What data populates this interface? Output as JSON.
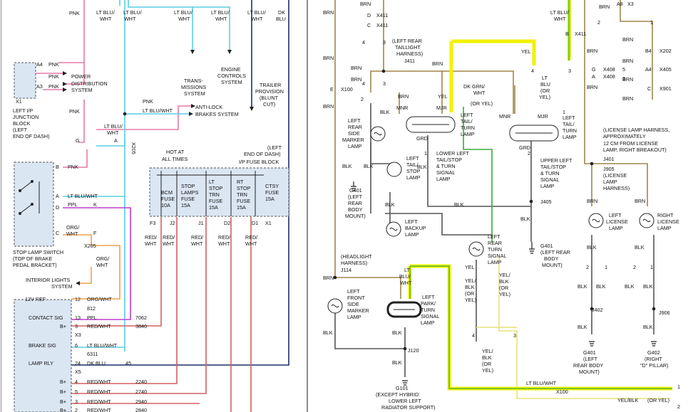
{
  "colors": {
    "pink": "#e87aa8",
    "cyan": "#58cfe4",
    "darkblue": "#1f2f6a",
    "magenta": "#c03bd0",
    "orange": "#f0a24a",
    "red": "#d46060",
    "brown": "#a08648",
    "green": "#3aa83a",
    "yellow": "#f2f200",
    "paleyellow": "#e7e27a",
    "grey": "#8c8c8c",
    "panel": "#dbe6f3"
  },
  "top_labels": {
    "pnk": "PNK",
    "lt_blu_wht_a": "LT BLU/",
    "wht_a": "WHT",
    "lt_blu_wht_b": "LT BLU/",
    "wht_b": "WHT",
    "lt_blu_wht_c": "LT BLU/",
    "wht_c": "WHT",
    "lt_blu_wht_d": "LT BLU/",
    "wht_d": "WHT",
    "lt_blu_wht_e": "LT BLU/",
    "wht_e": "WHT",
    "dk": "DK",
    "blu": "BLU"
  },
  "junction_block": {
    "a4": "A4",
    "a3": "A3",
    "x1": "X1",
    "pnk1": "PNK",
    "pnk2": "PNK",
    "pnk3": "PNK",
    "power": "POWER",
    "distribution": "DISTRIBUTION",
    "system": "SYSTEM",
    "name1": "LEFT I/P",
    "name2": "JUNCTION",
    "name3": "BLOCK",
    "name4": "(LEFT",
    "name5": "END OF DASH)"
  },
  "systems": {
    "trans1": "TRANS-",
    "trans2": "MISSIONS",
    "trans3": "SYSTEM",
    "eng1": "ENGINE",
    "eng2": "CONTROLS",
    "eng3": "SYSTEM",
    "trailer1": "TRAILER",
    "trailer2": "PROVISION",
    "trailer3": "(BLUNT",
    "trailer4": "CUT)",
    "antilock1": "ANTI-LOCK",
    "antilock2": "BRAKES SYSTEM"
  },
  "left_mid": {
    "pnk_a": "PNK",
    "pnk_b": "PNK",
    "ltblu_wht": "LT BLU/WHT",
    "ltblu2": "LT BLU/",
    "wht2": "WHT",
    "g": "G",
    "a": "A",
    "x205": "X205",
    "b": "B",
    "pnk_c": "PNK",
    "a2": "A",
    "ltbluwht2": "LT BLU/WHT",
    "d": "D",
    "ppl": "PPL",
    "k": "K",
    "c": "C",
    "orgwht1": "ORG/",
    "orgwht2": "WHT",
    "f": "F",
    "x205b": "X205",
    "orgwht3": "ORG/",
    "orgwht4": "WHT",
    "sw1": "STOP LAMP SWITCH",
    "sw2": "(TOP OF BRAKE",
    "sw3": "PEDAL BRACKET)",
    "int1": "INTERIOR LIGHTS",
    "int2": "SYSTEM"
  },
  "fuse_block": {
    "hot1": "HOT AT",
    "hot2": "ALL TIMES",
    "left1": "(LEFT",
    "left2": "END OF DASH)",
    "left3": "I/P FUSE BLOCK",
    "f1a": "BCM",
    "f1b": "FUSE",
    "f1c": "10A",
    "f2a": "STOP",
    "f2b": "LAMPS",
    "f2c": "FUSE",
    "f2d": "15A",
    "f3a": "LT",
    "f3b": "STOP",
    "f3c": "TRN",
    "f3d": "FUSE",
    "f3e": "15A",
    "f4a": "RT",
    "f4b": "STOP",
    "f4c": "TRN",
    "f4d": "FUSE",
    "f4e": "15A",
    "f5a": "CTSY",
    "f5b": "FUSE",
    "f5c": "15A",
    "p1": "F3",
    "p2": "J2",
    "p3": "J1",
    "p4": "D2",
    "p5": "D1",
    "p6": "X1",
    "rw1a": "RED/",
    "rw1b": "WHT",
    "rw2a": "RED/",
    "rw2b": "WHT",
    "rw3a": "RED/",
    "rw3b": "WHT",
    "rw4a": "RED/",
    "rw4b": "WHT",
    "rw5a": "RED/",
    "rw5b": "WHT"
  },
  "bcm_rows": [
    {
      "pin": "12",
      "color": "ORG/WHT",
      "circuit": "",
      "name": "12V REF"
    },
    {
      "pin": "",
      "color": "812",
      "circuit": "",
      "name": ""
    },
    {
      "pin": "13",
      "color": "PPL",
      "circuit": "7062",
      "name": "CONTACT SIG"
    },
    {
      "pin": "3",
      "color": "RED/WHT",
      "circuit": "3840",
      "name": "B+"
    },
    {
      "pin": "X3",
      "color": "",
      "circuit": "",
      "name": ""
    },
    {
      "pin": "6",
      "color": "LT BLU/WHT",
      "circuit": "",
      "name": "BRAKE SIG"
    },
    {
      "pin": "",
      "color": "6311",
      "circuit": "",
      "name": ""
    },
    {
      "pin": "24",
      "color": "DK BLU",
      "circuit": "45",
      "name": "LAMP RLY"
    },
    {
      "pin": "X5",
      "color": "",
      "circuit": "",
      "name": ""
    },
    {
      "pin": "4",
      "color": "RED/WHT",
      "circuit": "2240",
      "name": "B+"
    },
    {
      "pin": "5",
      "color": "RED/WHT",
      "circuit": "2740",
      "name": "B+"
    },
    {
      "pin": "3",
      "color": "RED/WHT",
      "circuit": "2940",
      "name": "B+"
    },
    {
      "pin": "2",
      "color": "RED/WHT",
      "circuit": "2840",
      "name": "B+"
    }
  ],
  "right": {
    "brn_a": "BRN",
    "brn_b": "BRN",
    "brn_c": "BRN",
    "brn_d": "BRN",
    "e": "E",
    "x100": "X100",
    "x411a": "X411",
    "x411b": "X411",
    "d": "D",
    "c": "C",
    "h1": "(LEFT REAR",
    "h2": "TAILLIGHT",
    "h3": "HARNESS)",
    "j411": "J411",
    "c4": "4",
    "c3": "3",
    "c4b": "4",
    "c3b": "3",
    "brn1": "BRN",
    "brn2": "BRN",
    "brn3": "BRN",
    "brn4": "BRN",
    "yel_top": "YEL",
    "ltblu_top1": "LT BLU/",
    "ltblu_top2": "WHT",
    "b_top": "B",
    "x411_top": "X411",
    "blk1": "BLK",
    "lrs1": "LEFT",
    "lrs2": "REAR",
    "lrs3": "SIDE",
    "lrs4": "MARKER",
    "lrs5": "LAMP",
    "mnr1": "MNR",
    "mjr1": "MJR",
    "yel2": "YEL",
    "dkgrn1": "DK GRN/",
    "dkgrn2": "WHT",
    "orblu": "(OR YEL)",
    "grd1": "GRD",
    "lt1": "LEFT",
    "lt2": "TAIL/",
    "lt3": "TURN",
    "lt4": "LAMP",
    "lowerl1": "LOWER LEFT",
    "lowerl2": "TAIL/STOP",
    "lowerl3": "& TURN",
    "lowerl4": "SIGNAL",
    "lowerl5": "LAMP",
    "blk2": "BLK",
    "blk3": "BLK",
    "blk4": "BLK",
    "blk5": "BLK",
    "ltstop1": "LEFT",
    "ltstop2": "TAIL/",
    "ltstop3": "STOP",
    "ltstop4": "LAMP",
    "g401a": "G401",
    "g401b": "(LEFT",
    "g401c": "REAR",
    "g401d": "BODY",
    "g401e": "MOUNT)",
    "backup1": "LEFT",
    "backup2": "BACKUP",
    "backup3": "LAMP",
    "mnr2": "MNR",
    "mjr2": "MJR",
    "lt_blu_r1": "LT",
    "lt_blu_r2": "BLU",
    "lt_blu_r3": "(OR",
    "lt_blu_r4": "YEL)",
    "grd2": "GRD",
    "ltr1": "LEFT",
    "ltr2": "TAIL/",
    "ltr3": "TURN",
    "ltr4": "LAMP",
    "upper1": "UPPER LEFT",
    "upper2": "TAIL/STOP",
    "upper3": "& TURN",
    "upper4": "SIGNAL",
    "upper5": "LAMP",
    "j405": "J405",
    "blk6": "BLK",
    "blk7": "BLK",
    "g401f": "G401",
    "g401g": "(LEFT REAR",
    "g401h": "BODY",
    "g401i": "MOUNT)",
    "lrts1": "LEFT",
    "lrts2": "REAR",
    "lrts3": "TURN",
    "lrts4": "SIGNAL",
    "lrts5": "LAMP",
    "yel3": "YEL",
    "yel4": "YEL/",
    "yel5": "BLK",
    "yel6": "(OR",
    "yel7": "YEL)",
    "yel8": "YEL/",
    "yel9": "BLK",
    "yel10": "(OR",
    "yel11": "YEL)",
    "hh1": "(HEADLIGHT",
    "hh2": "HARNESS)",
    "j114": "J114",
    "brn5": "BRN",
    "lfs1": "LEFT",
    "lfs2": "FRONT",
    "lfs3": "SIDE",
    "lfs4": "MARKER",
    "lfs5": "LAMP",
    "blk8": "BLK",
    "blk9": "BLK",
    "lp1": "LEFT",
    "lp2": "PARK/",
    "lp3": "TURN",
    "lp4": "SIGNAL",
    "lp5": "LAMP",
    "ltblu_p1": "LT",
    "ltblu_p2": "BLU/",
    "ltblu_p3": "WHT",
    "j120": "J120",
    "blk10": "BLK",
    "g101a": "G101",
    "g101b": "(EXCEPT HYBRID:",
    "g101c": "LOWER LEFT",
    "g101d": "RADIATOR SUPPORT)",
    "c4c": "4",
    "c3c": "3",
    "yel12": "YEL/",
    "yel13": "BLK",
    "yel14": "(OR",
    "yel15": "YEL)",
    "ltbluwht_b": "LT BLU/WHT",
    "x100b": "X100",
    "c1": "1",
    "yelblk_b": "YEL/BLK",
    "oryel": "(OR YEL)",
    "c2": "2",
    "brn_r1": "BRN",
    "brn_r2": "BRN",
    "a8": "A8",
    "x3": "X3",
    "c2r": "2",
    "c1r": "1",
    "b4": "B4",
    "x202": "X202",
    "a4": "A4",
    "x405": "X405",
    "x901": "X901",
    "g": "G",
    "x408a": "X408",
    "x408b": "X408",
    "c5": "5",
    "c6": "6",
    "a": "A",
    "brn_r3": "BRN",
    "brn_r4": "BRN",
    "brn_r5": "BRN",
    "brn_r6": "BRN",
    "brn_r7": "BRN",
    "lh1": "(LICENSE LAMP HARNESS,",
    "lh2": "APPROXIMATELY",
    "lh3": "12 CM FROM LICENSE",
    "lh4": "LAMP, RIGHT BREAKOUT)",
    "j401": "J401",
    "j905": "J905",
    "lh5": "(LICENSE",
    "lh6": "LAMP",
    "lh7": "HARNESS)",
    "brn_r8": "BRN",
    "brn_r9": "BRN",
    "ll1": "LEFT",
    "ll2": "LICENSE",
    "ll3": "LAMP",
    "rl1": "RIGHT",
    "rl2": "LICENSE",
    "rl3": "LAMP",
    "c2a": "2",
    "c1a": "1",
    "c2b": "2",
    "c1b": "1",
    "blk_r1": "BLK",
    "blk_r2": "BLK",
    "blk_r3": "BLK",
    "blk_r4": "BLK",
    "blk_r5": "BLK",
    "blk_r6": "BLK",
    "j402": "J402",
    "j906": "J906",
    "g401j": "G401",
    "g401k": "(LEFT",
    "g401l": "REAR BODY",
    "g401m": "MOUNT)",
    "g402a": "G402",
    "g402b": "(RIGHT",
    "g402c": "\"D\" PILLAR)",
    "c2c": "2",
    "c1c": "1",
    "c2d": "2",
    "c1d": "1",
    "c3r": "3",
    "c4r": "4"
  }
}
